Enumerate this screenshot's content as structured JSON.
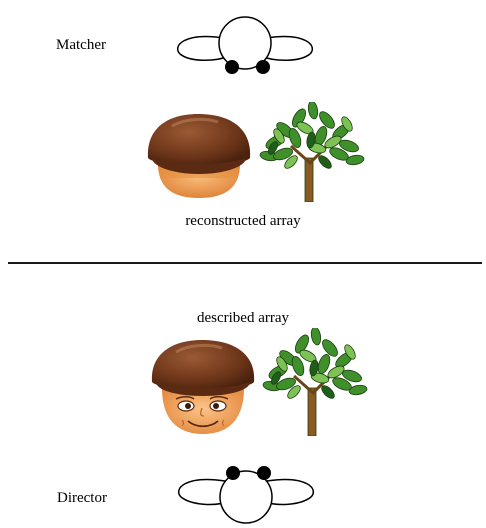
{
  "labels": {
    "role_top": "Matcher",
    "role_bottom": "Director",
    "caption_top": "reconstructed array",
    "caption_bottom": "described array"
  },
  "icons": {
    "head_top": "person-head-topview-icon",
    "head_bottom": "person-head-topview-icon",
    "face_back": "cap-face-back-icon",
    "face_front": "cap-face-front-icon",
    "tree_top": "tree-icon",
    "tree_bottom": "tree-icon"
  },
  "colors": {
    "cap": "#6b3418",
    "skin": "#f2a260",
    "leaf": "#3f8f2a",
    "trunk": "#8a5a22"
  }
}
